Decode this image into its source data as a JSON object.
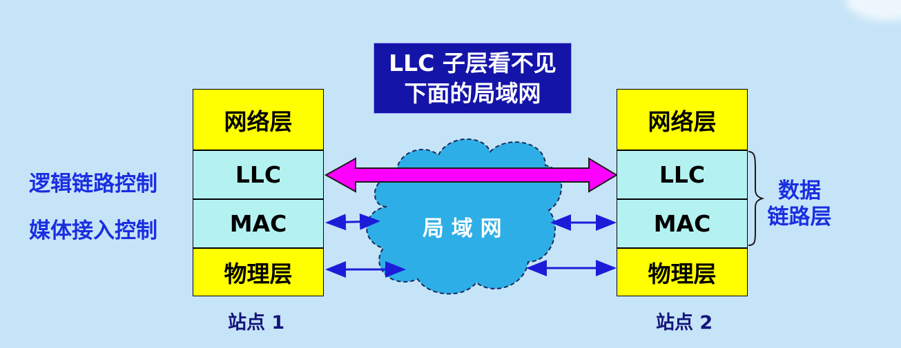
{
  "title": {
    "line1": "LLC 子层看不见",
    "line2": "下面的局域网"
  },
  "station1": {
    "label": "站点 1",
    "layers": {
      "network": "网络层",
      "llc": "LLC",
      "mac": "MAC",
      "physical": "物理层"
    }
  },
  "station2": {
    "label": "站点 2",
    "layers": {
      "network": "网络层",
      "llc": "LLC",
      "mac": "MAC",
      "physical": "物理层"
    }
  },
  "left_labels": {
    "llc": "逻辑链路控制",
    "mac": "媒体接入控制"
  },
  "right_label": {
    "line1": "数据",
    "line2": "链路层"
  },
  "cloud_label": "局 域 网",
  "colors": {
    "background": "#c6e4f8",
    "title_bg": "#1414a8",
    "yellow": "#ffff00",
    "cyan": "#b4f2f2",
    "magenta": "#ff00ff",
    "blue_text": "#1a2ee0",
    "cloud": "#2eaee6",
    "arrow_blue": "#1c1cd8"
  }
}
